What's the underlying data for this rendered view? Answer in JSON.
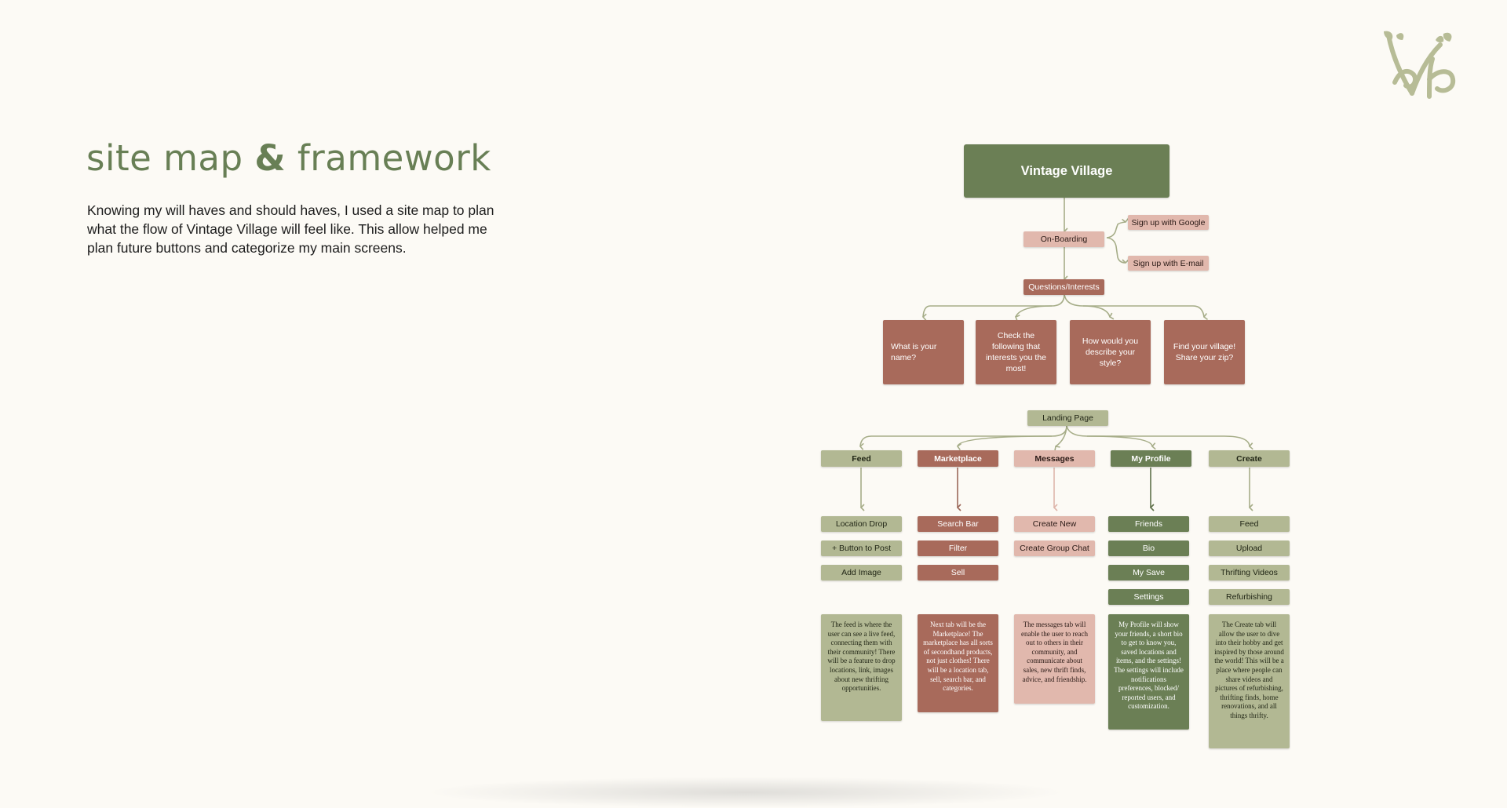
{
  "header": {
    "title_part1": "site map ",
    "title_amp": "&",
    "title_part2": " framework",
    "intro": "Knowing my will haves and should haves, I used a site map to plan what the flow of Vintage Village will feel like. This allow helped me plan future buttons and categorize my main screens."
  },
  "logo": {
    "icon": "vintage-village-vine-monogram",
    "color": "#b7bc96"
  },
  "colors": {
    "background": "#fcfaf5",
    "title": "#687f55",
    "green_dark": "#6b7f55",
    "green_light": "#b2b893",
    "red_dark": "#a86a5b",
    "red_light": "#e1b8ad"
  },
  "sitemap": {
    "root": "Vintage Village",
    "onboarding": "On-Boarding",
    "signup_google": "Sign up with Google",
    "signup_email": "Sign up with E-mail",
    "questions_label": "Questions/Interests",
    "questions": [
      "What is your name?",
      "Check the following that interests you the most!",
      "How would you describe your style?",
      "Find your village! Share your zip?"
    ],
    "landing": "Landing Page",
    "sections": [
      {
        "title": "Feed",
        "items": [
          "Location Drop",
          "+ Button to Post",
          "Add Image"
        ],
        "description": "The feed is where the user can see a live feed, connecting them with their community! There will be a feature to drop locations, link, images about new thrifting opportunities."
      },
      {
        "title": "Marketplace",
        "items": [
          "Search Bar",
          "Filter",
          "Sell"
        ],
        "description": "Next tab will be the Marketplace! The marketplace has all sorts of secondhand products, not just clothes! There will be a location tab, sell, search bar, and categories."
      },
      {
        "title": "Messages",
        "items": [
          "Create New",
          "Create Group Chat"
        ],
        "description": "The messages tab will enable the user to reach out to others in their community, and communicate about sales, new thrift finds, advice, and friendship."
      },
      {
        "title": "My Profile",
        "items": [
          "Friends",
          "Bio",
          "My Save",
          "Settings"
        ],
        "description": "My Profile will show your friends, a short bio to get to know you, saved locations and items, and the settings! The settings will include notifications preferences, blocked/ reported users, and customization."
      },
      {
        "title": "Create",
        "items": [
          "Feed",
          "Upload",
          "Thrifting Videos",
          "Refurbishing"
        ],
        "description": "The Create tab will allow the user to dive into their hobby and get inspired by those around the world! This will be a place where people can share videos and pictures of refurbishing, thrifting finds, home renovations, and all things thrifty."
      }
    ]
  }
}
